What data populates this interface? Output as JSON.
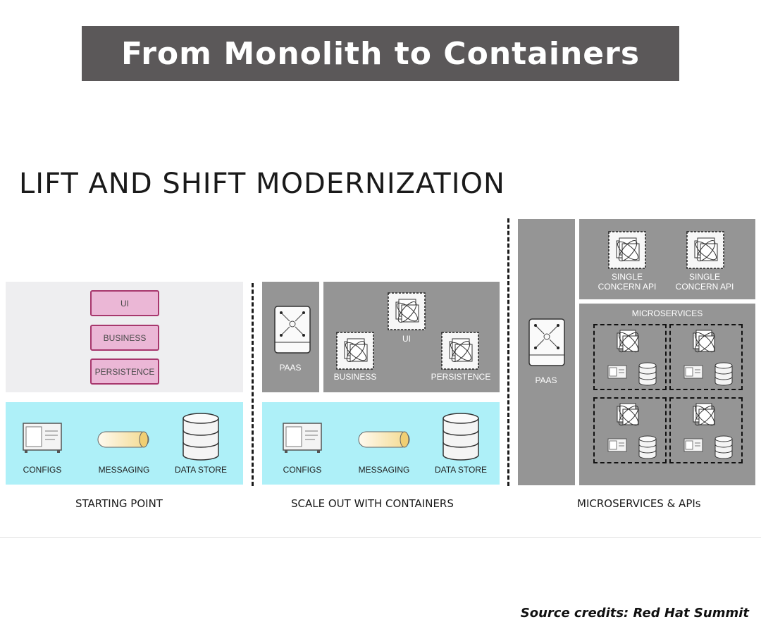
{
  "banner": {
    "title": "From Monolith to Containers"
  },
  "diagram": {
    "heading": "LIFT AND SHIFT MODERNIZATION",
    "starting_point": {
      "layers": [
        "UI",
        "BUSINESS",
        "PERSISTENCE"
      ],
      "services": [
        "CONFIGS",
        "MESSAGING",
        "DATA STORE"
      ],
      "caption": "STARTING POINT"
    },
    "scale_out": {
      "paas_label": "PAAS",
      "components": [
        "UI",
        "BUSINESS",
        "PERSISTENCE"
      ],
      "services": [
        "CONFIGS",
        "MESSAGING",
        "DATA STORE"
      ],
      "caption": "SCALE OUT WITH CONTAINERS"
    },
    "microservices": {
      "paas_label": "PAAS",
      "apis": [
        "SINGLE\nCONCERN API",
        "SINGLE\nCONCERN API"
      ],
      "group_label": "MICROSERVICES",
      "caption": "MICROSERVICES & APIs"
    }
  },
  "footer": {
    "credit": "Source credits: Red Hat Summit"
  },
  "colors": {
    "banner": "#5b5859",
    "panel_gray": "#959595",
    "panel_light": "#eeeef0",
    "service_bar": "#aef0f8",
    "layer_fill": "#ebb7d6",
    "layer_border": "#a7376d"
  }
}
